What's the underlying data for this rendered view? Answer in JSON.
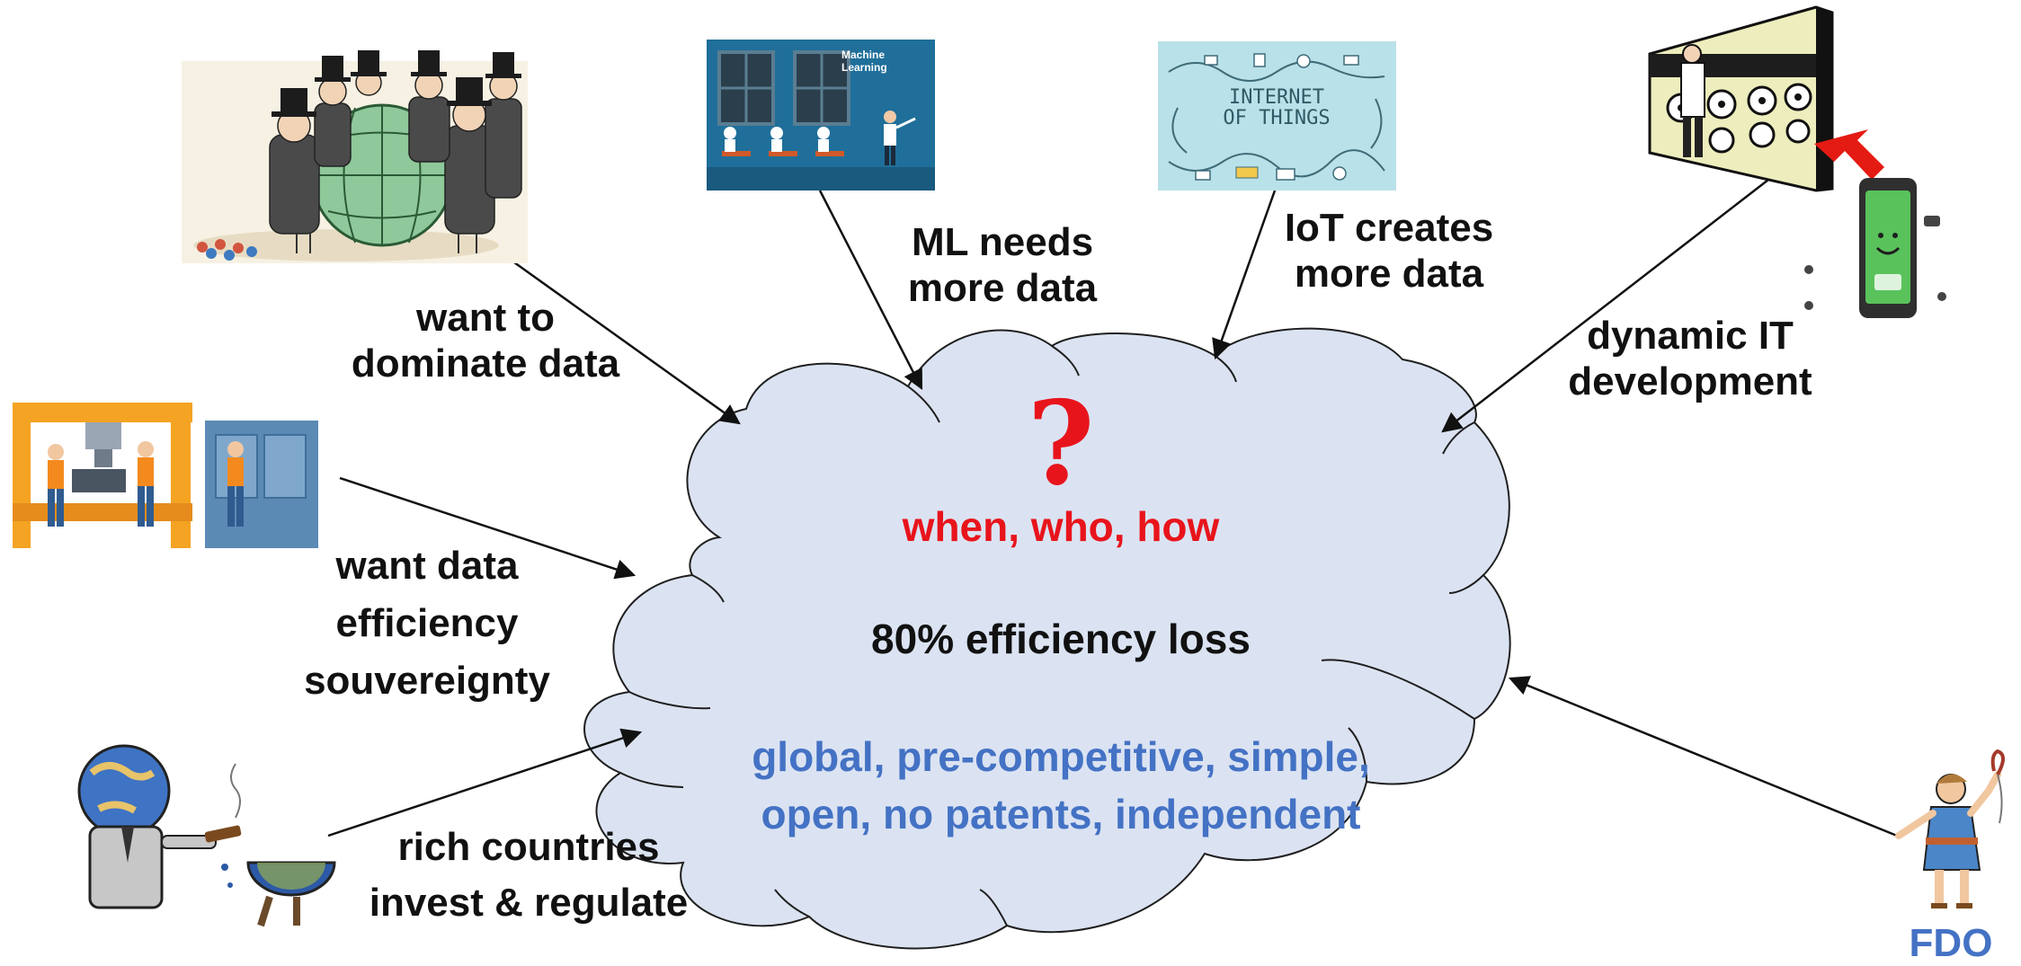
{
  "colors": {
    "cloud_fill": "#dbe3f2",
    "cloud_stroke": "#1f1f1f",
    "question": "#e8141c",
    "principles": "#4472c4",
    "fdo": "#4472c4",
    "arrow": "#111111",
    "mobile_arrow": "#e41b13"
  },
  "cloud": {
    "question_mark": "?",
    "question_text": "when, who, how",
    "efficiency_text": "80% efficiency loss",
    "principles_line1": "global, pre-competitive, simple,",
    "principles_line2": "open, no patents, independent"
  },
  "drivers": {
    "dominate": {
      "line1": "want to",
      "line2": "dominate data",
      "icon": "businessmen-globe-cartoon"
    },
    "ml": {
      "line1": "ML needs",
      "line2": "more data",
      "icon": "machine-learning-illustration",
      "image_text": "Machine Learning"
    },
    "iot": {
      "line1": "IoT creates",
      "line2": "more data",
      "icon": "internet-of-things-illustration",
      "image_text_line1": "INTERNET",
      "image_text_line2": "OF THINGS"
    },
    "dynamic_it": {
      "line1": "dynamic IT",
      "line2": "development",
      "icon": "mainframe-to-smartphone-illustration"
    },
    "efficiency": {
      "line1": "want data",
      "line2": "efficiency",
      "line3": "souvereignty",
      "icon": "factory-workers-illustration"
    },
    "rich": {
      "line1": "rich countries",
      "line2": "invest & regulate",
      "icon": "globe-head-businessman-cartoon"
    },
    "fdo": {
      "label": "FDO",
      "icon": "david-with-sling-cartoon"
    }
  }
}
